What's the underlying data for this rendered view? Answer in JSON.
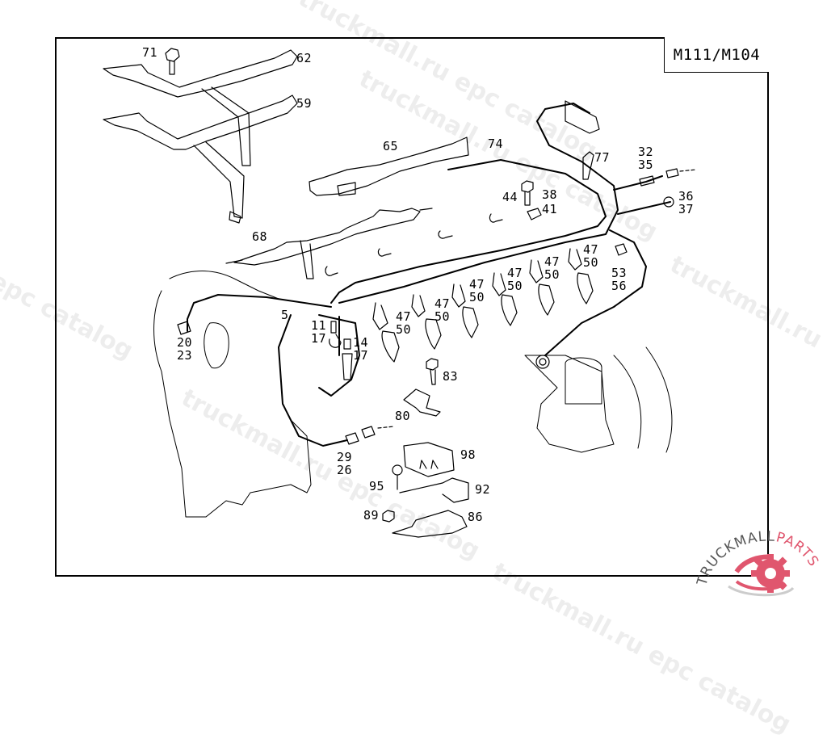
{
  "diagram": {
    "model_label": "M111/M104",
    "callouts": [
      {
        "id": "c71",
        "text": "71"
      },
      {
        "id": "c62",
        "text": "62"
      },
      {
        "id": "c59",
        "text": "59"
      },
      {
        "id": "c65",
        "text": "65"
      },
      {
        "id": "c74",
        "text": "74"
      },
      {
        "id": "c77",
        "text": "77"
      },
      {
        "id": "c32",
        "text": "32\n35"
      },
      {
        "id": "c36",
        "text": "36\n37"
      },
      {
        "id": "c38",
        "text": "38"
      },
      {
        "id": "c44",
        "text": "44"
      },
      {
        "id": "c41",
        "text": "41"
      },
      {
        "id": "c68",
        "text": "68"
      },
      {
        "id": "c47a",
        "text": "47\n50"
      },
      {
        "id": "c47b",
        "text": "47\n50"
      },
      {
        "id": "c47c",
        "text": "47\n50"
      },
      {
        "id": "c47d",
        "text": "47\n50"
      },
      {
        "id": "c47e",
        "text": "47\n50"
      },
      {
        "id": "c47f",
        "text": "47\n50"
      },
      {
        "id": "c53",
        "text": "53\n56"
      },
      {
        "id": "c5",
        "text": "5"
      },
      {
        "id": "c11",
        "text": "11\n17"
      },
      {
        "id": "c14",
        "text": "14\n17"
      },
      {
        "id": "c20",
        "text": "20\n23"
      },
      {
        "id": "c83",
        "text": "83"
      },
      {
        "id": "c80",
        "text": "80"
      },
      {
        "id": "c29",
        "text": "29\n26"
      },
      {
        "id": "c98",
        "text": "98"
      },
      {
        "id": "c95",
        "text": "95"
      },
      {
        "id": "c92",
        "text": "92"
      },
      {
        "id": "c89",
        "text": "89"
      },
      {
        "id": "c86",
        "text": "86"
      }
    ]
  },
  "watermarks": {
    "catalog_a": "truckmall.ru epc catalog",
    "catalog_b": "truckmall.ru epc catalog",
    "catalog_c": "l epc catalog",
    "catalog_d": "truckmall.ru e",
    "catalog_e": "truckmall.ru epc catalog",
    "catalog_f": "truckmall.ru epc catalog",
    "catalog_g": "epc catalog"
  },
  "brand": {
    "text_left": "TRUCKMALL",
    "text_right": "PARTS",
    "accent_color": "#e0566e",
    "text_color": "#555555"
  }
}
